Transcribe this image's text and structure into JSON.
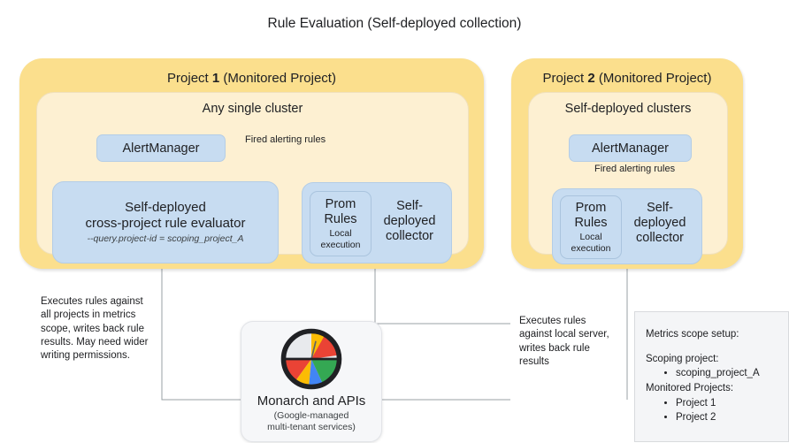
{
  "title": "Rule Evaluation (Self-deployed collection)",
  "colors": {
    "project_fill": "#FBDF8D",
    "cluster_fill": "#FDF0D2",
    "component_fill": "#C7DCF1",
    "legend_fill": "#F4F5F7",
    "connector": "#9aa0a6",
    "monarch_red": "#EA4335",
    "monarch_yellow": "#FBBC04",
    "monarch_green": "#34A853",
    "monarch_blue": "#4285F4",
    "monarch_grey": "#E8EAED",
    "monarch_ring": "#202124"
  },
  "projects": [
    {
      "title_prefix": "Project ",
      "title_number": "1",
      "title_suffix": " (Monitored Project)",
      "cluster_title": "Any single cluster",
      "alertmanager": "AlertManager",
      "flow_label": "Fired alerting rules",
      "evaluator": {
        "line1": "Self-deployed",
        "line2": "cross-project rule evaluator",
        "flag": "--query.project-id = scoping_project_A"
      },
      "collector": {
        "label_line1": "Self-",
        "label_line2": "deployed",
        "label_line3": "collector",
        "prom_line1": "Prom",
        "prom_line2": "Rules",
        "prom_sub1": "Local",
        "prom_sub2": "execution"
      }
    },
    {
      "title_prefix": "Project ",
      "title_number": "2",
      "title_suffix": " (Monitored Project)",
      "cluster_title": "Self-deployed clusters",
      "alertmanager": "AlertManager",
      "flow_label": "Fired alerting rules",
      "collector": {
        "label_line1": "Self-",
        "label_line2": "deployed",
        "label_line3": "collector",
        "prom_line1": "Prom",
        "prom_line2": "Rules",
        "prom_sub1": "Local",
        "prom_sub2": "execution"
      }
    }
  ],
  "notes": {
    "left": "Executes rules against all projects in metrics scope, writes back rule results. May need wider writing permissions.",
    "right": "Executes rules against local server, writes back rule results"
  },
  "monarch": {
    "title": "Monarch and APIs",
    "subtitle_line1": "(Google-managed",
    "subtitle_line2": "multi-tenant services)",
    "icon": "monarch-gauge-icon"
  },
  "legend": {
    "heading": "Metrics scope setup:",
    "scoping_heading": "Scoping project:",
    "scoping_items": [
      "scoping_project_A"
    ],
    "monitored_heading": "Monitored Projects:",
    "monitored_items": [
      "Project 1",
      "Project 2"
    ]
  }
}
